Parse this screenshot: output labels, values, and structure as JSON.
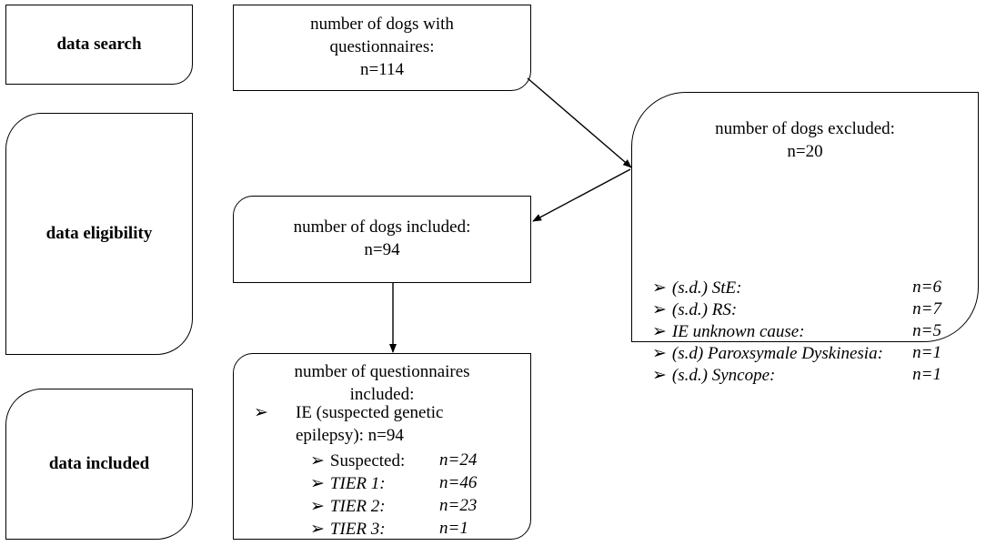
{
  "stages": {
    "search": "data search",
    "eligibility": "data eligibility",
    "included": "data included"
  },
  "questionnaires_box": {
    "line1": "number of dogs with",
    "line2": "questionnaires:",
    "line3": "n=114"
  },
  "included_box": {
    "line1": "number of dogs included:",
    "line2": "n=94"
  },
  "excluded_box": {
    "line1": "number of dogs excluded:",
    "line2": "n=20",
    "items": [
      {
        "label": "(s.d.) StE:",
        "value": "n=6"
      },
      {
        "label": "(s.d.) RS:",
        "value": "n=7"
      },
      {
        "label": "IE unknown cause:",
        "value": "n=5"
      },
      {
        "label": "(s.d) Paroxsymale Dyskinesia:",
        "value": "n=1"
      },
      {
        "label": "(s.d.) Syncope:",
        "value": "n=1"
      }
    ]
  },
  "questionnaires_included_box": {
    "line1": "number of questionnaires",
    "line2": "included:",
    "ie_line1": "IE (suspected genetic",
    "ie_line2": "epilepsy): n=94",
    "tiers": [
      {
        "label": "Suspected:",
        "value": "n=24"
      },
      {
        "label": "TIER 1:",
        "value": "n=46"
      },
      {
        "label": "TIER 2:",
        "value": "n=23"
      },
      {
        "label": "TIER 3:",
        "value": "n=1"
      }
    ]
  },
  "bullet_glyph": "➢"
}
